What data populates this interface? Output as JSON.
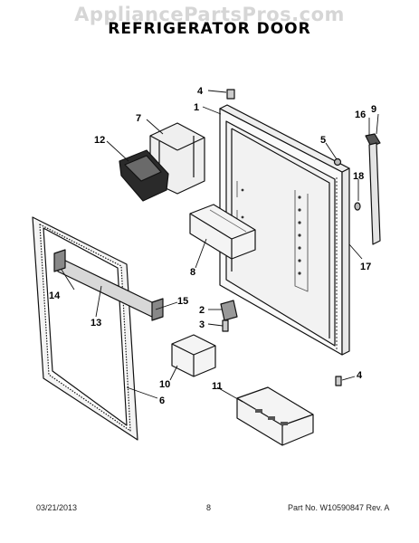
{
  "watermark": "AppliancePartsPros.com",
  "title": "REFRIGERATOR DOOR",
  "callouts": {
    "c1": "1",
    "c2": "2",
    "c3": "3",
    "c4a": "4",
    "c4b": "4",
    "c5": "5",
    "c6": "6",
    "c7": "7",
    "c8": "8",
    "c9": "9",
    "c10": "10",
    "c11": "11",
    "c12": "12",
    "c13": "13",
    "c14": "14",
    "c15": "15",
    "c16": "16",
    "c17": "17",
    "c18": "18"
  },
  "footer": {
    "date": "03/21/2013",
    "page": "8",
    "part": "Part No.  W10590847  Rev.  A"
  }
}
